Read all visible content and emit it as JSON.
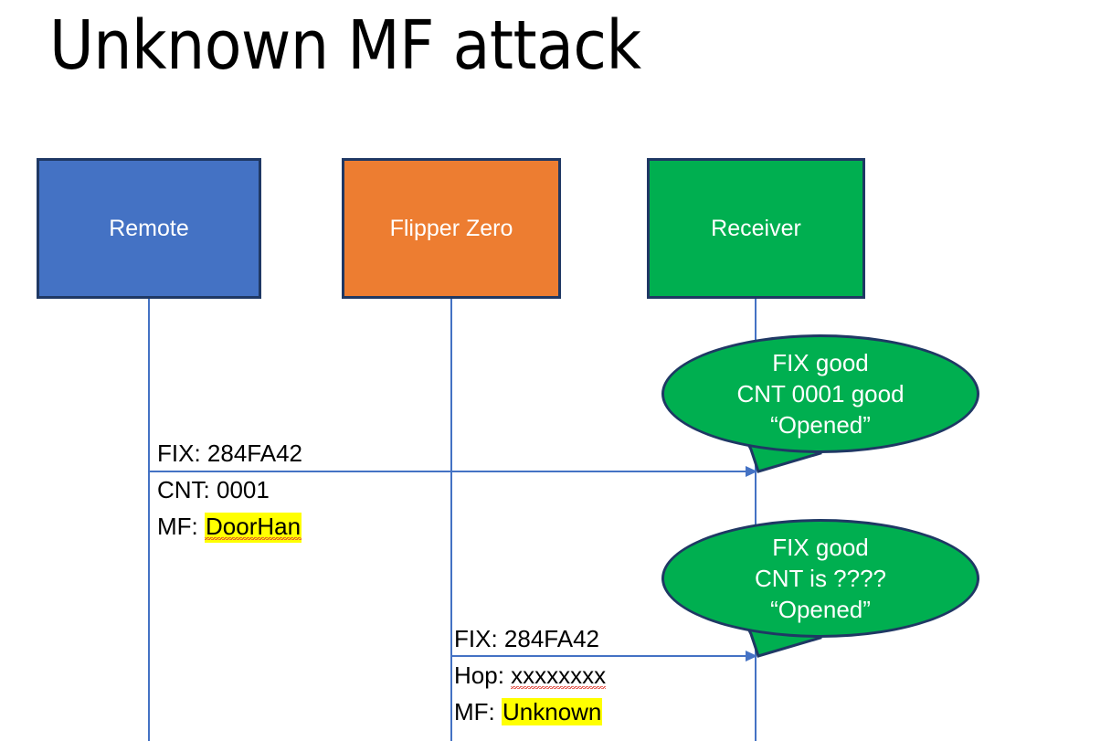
{
  "slide": {
    "title": "Unknown MF attack",
    "background": "#FFFFFF"
  },
  "colors": {
    "remote": "#4472C4",
    "flipper": "#ED7D31",
    "receiver": "#00AF50",
    "box_border": "#1F3864",
    "line": "#4472C4",
    "highlight": "#FFFF00",
    "spellcheck_underline": "#E03C31",
    "label_text": "#FFFFFF",
    "body_text": "#000000"
  },
  "actors": [
    {
      "id": "remote",
      "label": "Remote"
    },
    {
      "id": "flipper",
      "label": "Flipper Zero"
    },
    {
      "id": "receiver",
      "label": "Receiver"
    }
  ],
  "messages": [
    {
      "id": "msg-1",
      "from": "remote",
      "to": "receiver",
      "lines": [
        {
          "label": "FIX: ",
          "value": "284FA42",
          "highlight": false,
          "squiggle": false
        },
        {
          "label": "CNT: ",
          "value": "0001",
          "highlight": false,
          "squiggle": false
        },
        {
          "label": "MF: ",
          "value": "DoorHan",
          "highlight": true,
          "squiggle": true
        }
      ]
    },
    {
      "id": "msg-2",
      "from": "flipper",
      "to": "receiver",
      "lines": [
        {
          "label": "FIX: ",
          "value": "284FA42",
          "highlight": false,
          "squiggle": false
        },
        {
          "label": "Hop: ",
          "value": "xxxxxxxx",
          "highlight": false,
          "squiggle": true
        },
        {
          "label": "MF: ",
          "value": "Unknown",
          "highlight": true,
          "squiggle": false
        }
      ]
    }
  ],
  "callouts": [
    {
      "id": "callout-1",
      "attached_to": "receiver",
      "lines": [
        "FIX good",
        "CNT 0001 good",
        "“Opened”"
      ]
    },
    {
      "id": "callout-2",
      "attached_to": "receiver",
      "lines": [
        "FIX good",
        "CNT is ????",
        "“Opened”"
      ]
    }
  ]
}
